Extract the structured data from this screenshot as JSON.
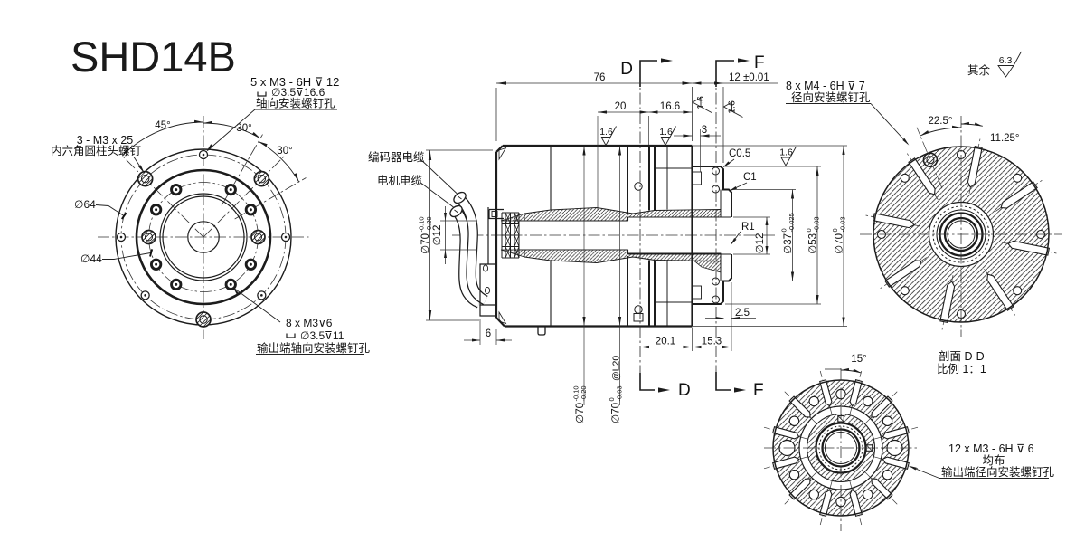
{
  "title": "SHD14B",
  "colors": {
    "ink": "#1c1c1c",
    "background": "#ffffff"
  },
  "front_view": {
    "label_axial5": {
      "line1": "5 x M3 - 6H ⊽ 12",
      "line2": "∅3.5⊽16.6",
      "line3": "轴向安装螺钉孔"
    },
    "label_socket": {
      "line1": "3 - M3 x 25",
      "line2": "内六角圆柱头螺钉"
    },
    "dia_outer": "∅64",
    "dia_inner": "∅44",
    "angle_45": "45°",
    "angle_30a": "30°",
    "angle_30b": "30°",
    "label_axial8": {
      "line1": "8 x M3⊽6",
      "line2": "∅3.5⊽11",
      "line3": "输出端轴向安装螺钉孔"
    }
  },
  "section_view": {
    "cable_encoder": "编码器电缆",
    "cable_motor": "电机电缆",
    "dim_76": "76",
    "dim_12": "12 ±0.01",
    "dim_20": "20",
    "dim_166": "16.6",
    "dim_3": "3",
    "dim_c05": "C0.5",
    "dim_c1": "C1",
    "dim_r1": "R1",
    "dim_25": "2.5",
    "dim_201": "20.1",
    "dim_153": "15.3",
    "dim_6": "6",
    "roughness": "1.6",
    "od_left": {
      "main": "∅70",
      "sup": "-0.10",
      "sub": "-0.20"
    },
    "bore_left": "∅12",
    "od_bottom1": {
      "main": "∅70",
      "sup": "-0.10",
      "sub": "-0.20"
    },
    "od_bottom2": {
      "main": "∅70",
      "sup": "0",
      "sub": "-0.03",
      "suffix": "@L20"
    },
    "bore_right": "∅12",
    "dia_37": {
      "main": "∅37",
      "sup": "0",
      "sub": "-0.025"
    },
    "dia_53": {
      "main": "∅53",
      "sup": "0",
      "sub": "-0.03"
    },
    "od_right": {
      "main": "∅70",
      "sup": "0",
      "sub": "-0.03"
    },
    "label_radial8": {
      "line1": "8 x M4 - 6H ⊽ 7",
      "line2": "径向安装螺钉孔"
    },
    "section_d": "D",
    "section_f": "F"
  },
  "section_dd": {
    "title_line1": "剖面 D-D",
    "title_line2": "比例 1：1",
    "angle_225": "22.5°",
    "angle_1125": "11.25°",
    "finish_note": "其余",
    "finish_value": "6.3"
  },
  "section_ff": {
    "angle_15": "15°",
    "label_radial12": {
      "line1": "12 x M3 - 6H ⊽ 6",
      "line2": "均布",
      "line3": "输出端径向安装螺钉孔"
    }
  }
}
